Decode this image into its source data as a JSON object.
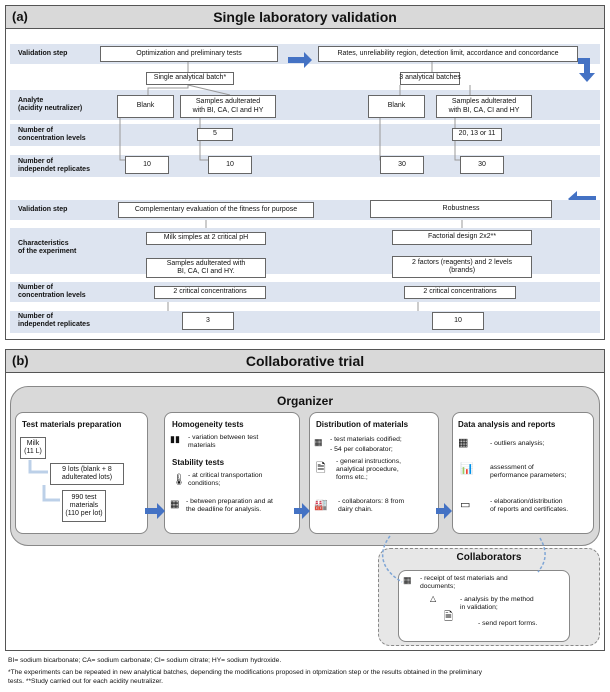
{
  "panel_a": {
    "label": "(a)",
    "title": "Single laboratory validation",
    "rows_top": {
      "validation_step": "Validation step",
      "analyte": "Analyte\n(acidity neutralizer)",
      "concentration_levels": "Number of\nconcentration levels",
      "replicates": "Number of\nindependet replicates"
    },
    "left": {
      "step": "Optimization and preliminary tests",
      "batch": "Single analytical batch*",
      "blank": "Blank",
      "samples": "Samples adulterated\nwith BI, CA, CI and HY",
      "levels": "5",
      "rep_blank": "10",
      "rep_samples": "10"
    },
    "right": {
      "step": "Rates, unreliability region, detection limit, accordance and concordance",
      "batch": "3 analytical batches",
      "blank": "Blank",
      "samples": "Samples adulterated\nwith BI, CA, CI and HY",
      "levels": "20, 13 or 11",
      "rep_blank": "30",
      "rep_samples": "30"
    },
    "rows_bottom": {
      "validation_step": "Validation step",
      "characteristics": "Characteristics\nof the experiment",
      "concentration_levels": "Number of\nconcentration levels",
      "replicates": "Number of\nindependet replicates"
    },
    "left2": {
      "step": "Complementary evaluation of the fitness for purpose",
      "char1": "Milk simples at 2 critical pH",
      "char2": "Samples adulterated with\nBI, CA, CI and HY.",
      "levels": "2 critical concentrations",
      "reps": "3"
    },
    "right2": {
      "step": "Robustness",
      "char1": "Factorial design 2x2**",
      "char2": "2 factors (reagents) and 2 levels\n(brands)",
      "levels": "2 critical concentrations",
      "reps": "10"
    }
  },
  "panel_b": {
    "label": "(b)",
    "title": "Collaborative trial",
    "organizer": "Organizer",
    "prep": {
      "title": "Test materials preparation",
      "milk": "Milk\n(11 L)",
      "lots": "9 lots (blank + 8\nadulterated lots)",
      "materials": "990 test\nmaterials\n(110 per lot)"
    },
    "homog": {
      "title": "Homogeneity tests",
      "text1": "- variation between test\nmaterials",
      "stab_title": "Stability tests",
      "text2": "- at critical transportation\nconditions;",
      "text3": "- between preparation and at\nthe deadline for analysis."
    },
    "dist": {
      "title": "Distribution of materials",
      "t1": "- test materials codified;",
      "t2": "- 54 per collaborator;",
      "t3": "- general instructions,\nanalytical procedure,\nforms etc.;",
      "t4": "- collaborators: 8 from\ndairy chain."
    },
    "data": {
      "title": "Data analysis and reports",
      "t1": "- outliers analysis;",
      "t2": "assessment of\nperformance parameters;",
      "t3": "- elaboration/distribution\nof reports and certificates."
    },
    "collab": {
      "title": "Collaborators",
      "t1": "- receipt of test materials and\ndocuments;",
      "t2": "- analysis by the method\nin validation;",
      "t3": "- send report forms."
    }
  },
  "footnotes": {
    "abbrev": "BI= sodium bicarbonate; CA= sodium carbonate; CI= sodium citrate; HY= sodium hydroxide.",
    "note1": "*The experiments can be repeated in new analytical batches, depending the modifications proposed in otpmization step or  the results obtained in the preliminary",
    "note2": "tests. **Study carried out for each acidity neutralizer."
  },
  "colors": {
    "band": "#dde4f0",
    "arrow": "#4472c4",
    "title_bg": "#d9d9d9"
  }
}
